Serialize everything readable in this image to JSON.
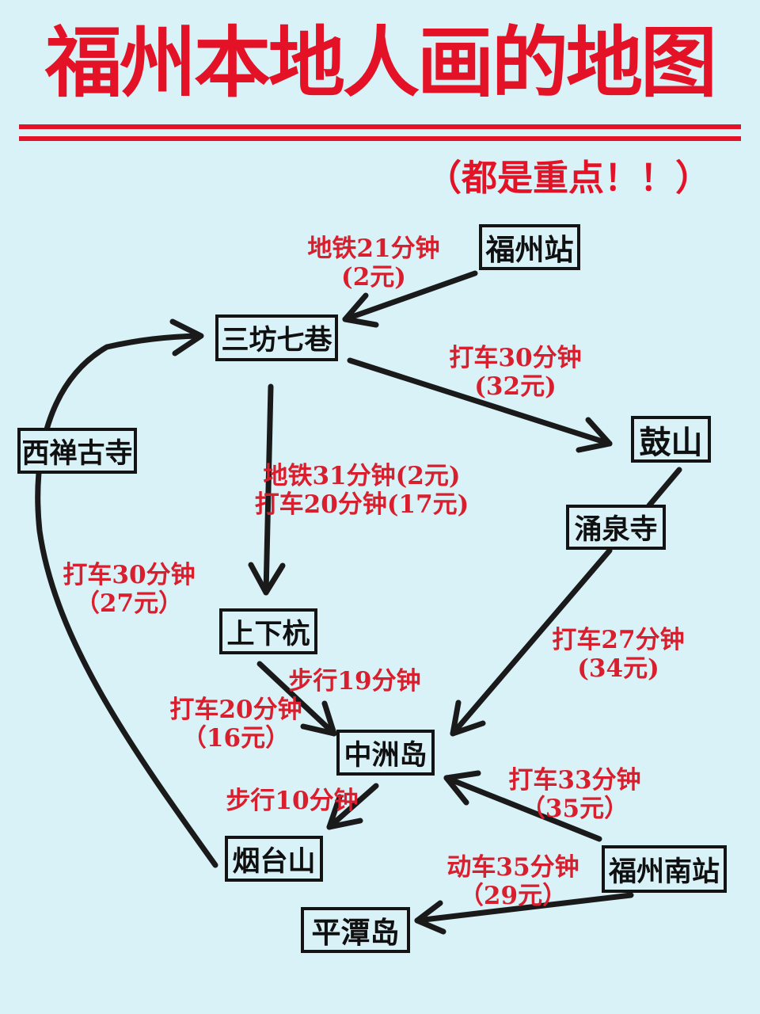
{
  "title": "福州本地人画的地图",
  "subtitle": "（都是重点！！）",
  "colors": {
    "background": "#d8f2f8",
    "accent_red": "#e31226",
    "label_red": "#d91f2d",
    "line_black": "#1a1a1a"
  },
  "nodes": {
    "fuzhou_station": {
      "label": "福州站"
    },
    "sanfangqixiang": {
      "label": "三坊七巷"
    },
    "gushan": {
      "label": "鼓山"
    },
    "xichan_temple": {
      "label": "西禅古寺"
    },
    "yongquan_temple": {
      "label": "涌泉寺"
    },
    "shangxiahang": {
      "label": "上下杭"
    },
    "zhongzhou_island": {
      "label": "中洲岛"
    },
    "yantai_mountain": {
      "label": "烟台山"
    },
    "fuzhou_south_station": {
      "label": "福州南站"
    },
    "pingtan_island": {
      "label": "平潭岛"
    }
  },
  "edges": {
    "metro21": {
      "line1": "地铁21分钟",
      "line2": "(2元)"
    },
    "taxi30_32": {
      "line1": "打车30分钟",
      "line2": "(32元)"
    },
    "metro31_taxi20": {
      "line1": "地铁31分钟(2元)",
      "line2": "打车20分钟(17元)"
    },
    "taxi30_27": {
      "line1": "打车30分钟",
      "line2": "（27元）"
    },
    "taxi27_34": {
      "line1": "打车27分钟",
      "line2": "(34元)"
    },
    "walk19": {
      "line1": "步行19分钟"
    },
    "taxi20_16": {
      "line1": "打车20分钟",
      "line2": "（16元）"
    },
    "walk10": {
      "line1": "步行10分钟"
    },
    "taxi33_35": {
      "line1": "打车33分钟",
      "line2": "（35元）"
    },
    "train35_29": {
      "line1": "动车35分钟",
      "line2": "（29元）"
    }
  }
}
